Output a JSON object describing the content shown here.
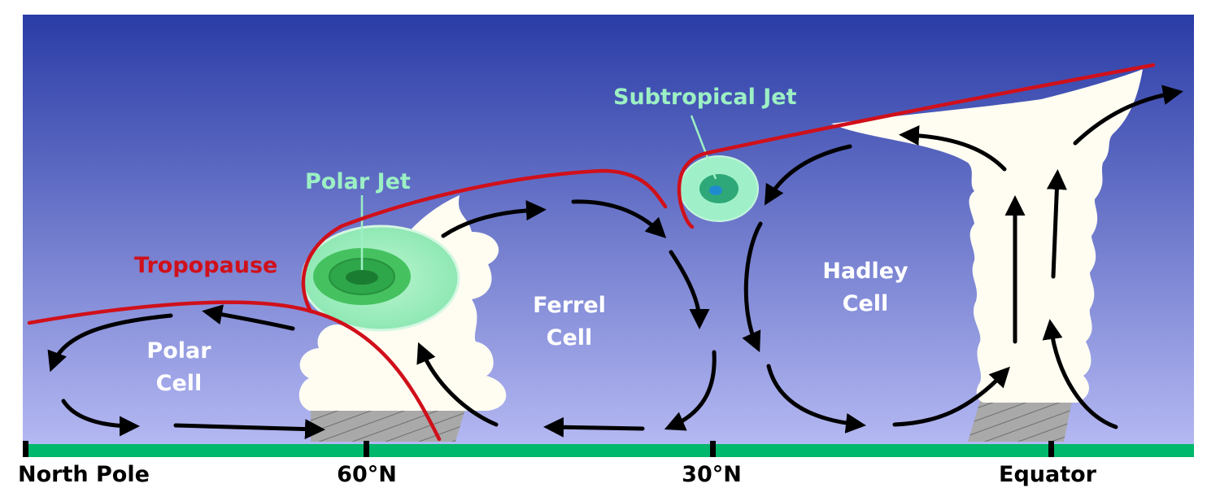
{
  "labels": {
    "tropopause": "Tropopause",
    "polar_jet": "Polar Jet",
    "subtropical_jet": "Subtropical Jet",
    "polar_cell": [
      "Polar",
      "Cell"
    ],
    "ferrel_cell": [
      "Ferrel",
      "Cell"
    ],
    "hadley_cell": [
      "Hadley",
      "Cell"
    ]
  },
  "latitudes": [
    "North Pole",
    "60°N",
    "30°N",
    "Equator"
  ],
  "colors": {
    "sky_top": "#2a3ca6",
    "sky_bottom": "#b4b8f2",
    "ground": "#00b86b",
    "tropopause": "#d0101a",
    "cloud": "#fffdf2",
    "jet_text": "#9cf0c4"
  }
}
